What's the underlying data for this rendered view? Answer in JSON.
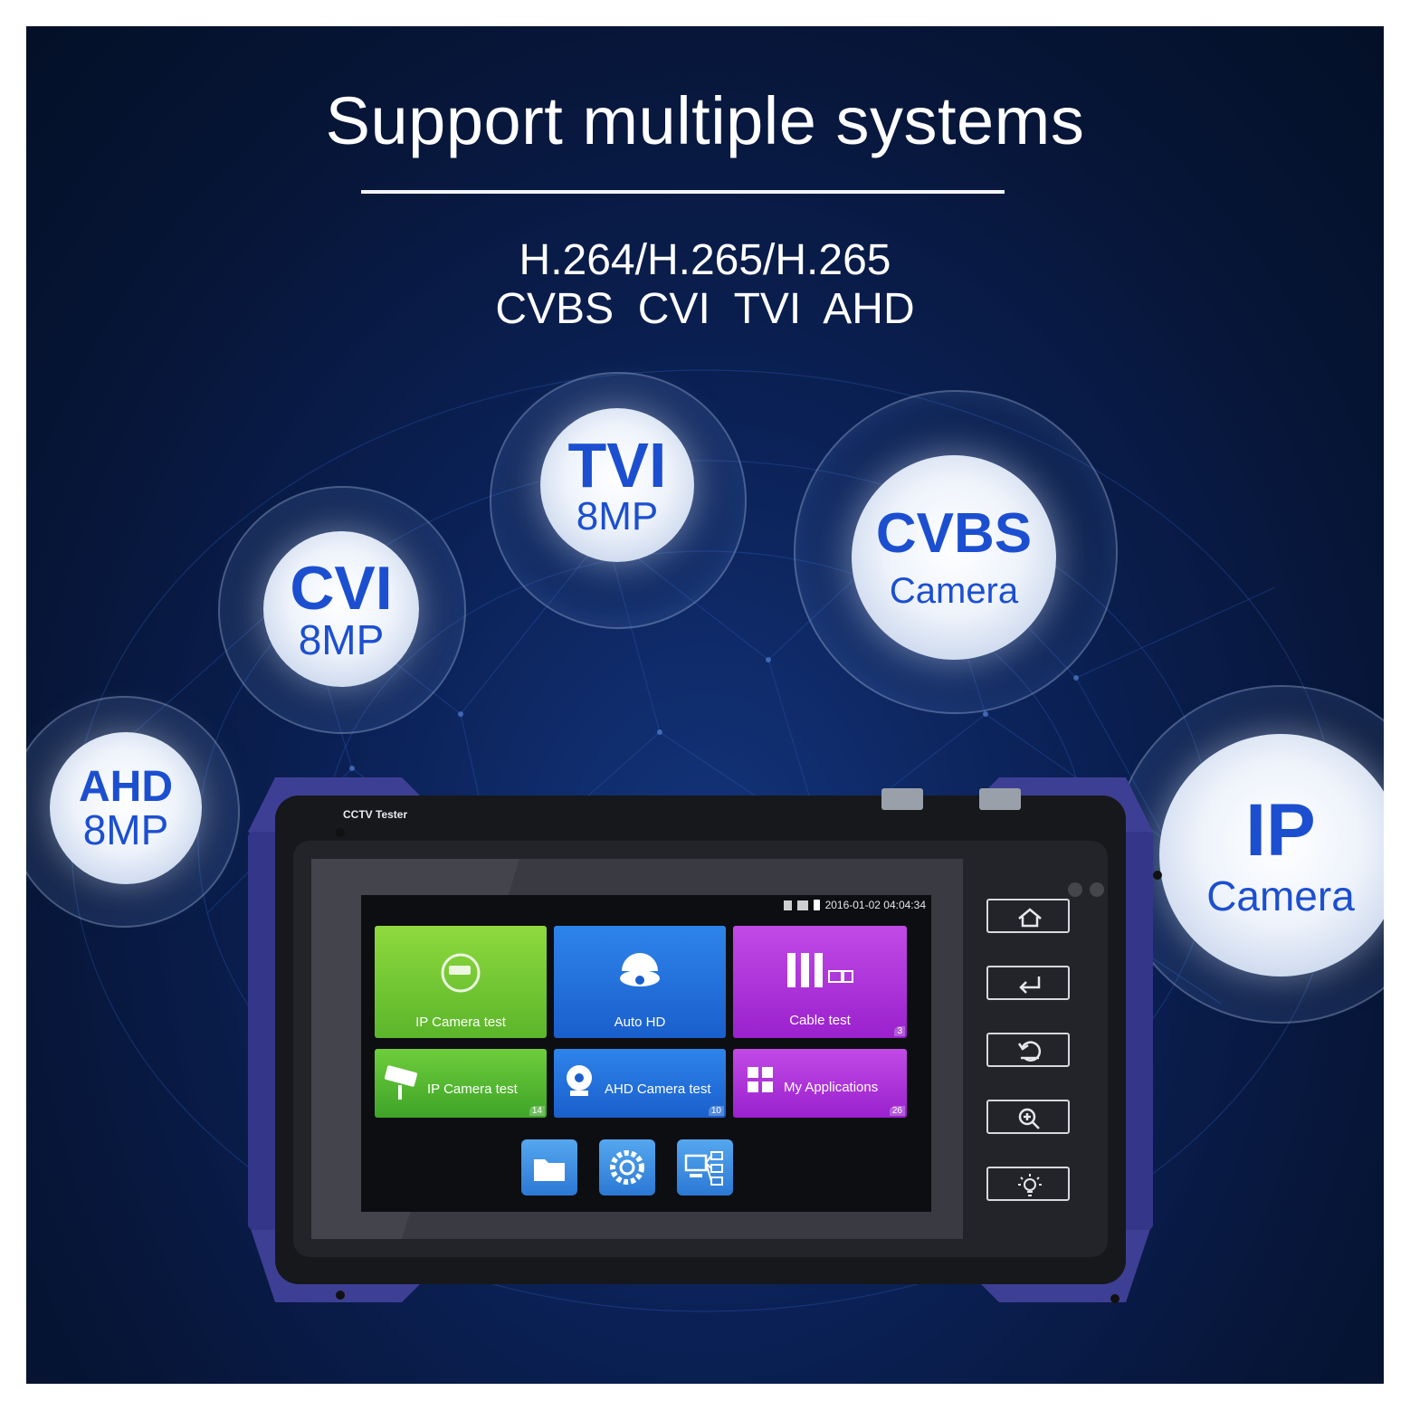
{
  "headline": "Support multiple systems",
  "codecs": {
    "line1": "H.264/H.265/H.265",
    "line2": "CVBS  CVI  TVI  AHD"
  },
  "bubbles": [
    {
      "id": "ahd",
      "main": "AHD",
      "sub": "8MP"
    },
    {
      "id": "cvi",
      "main": "CVI",
      "sub": "8MP"
    },
    {
      "id": "tvi",
      "main": "TVI",
      "sub": "8MP"
    },
    {
      "id": "cvbs",
      "main": "CVBS",
      "sub": "Camera"
    },
    {
      "id": "ip",
      "main": "IP",
      "sub": "Camera"
    }
  ],
  "device": {
    "brand_label": "CCTV Tester",
    "status_time": "2016-01-02 04:04:34",
    "tiles": [
      {
        "label": "IP Camera test",
        "badge": ""
      },
      {
        "label": "Auto HD",
        "badge": ""
      },
      {
        "label": "Cable test",
        "badge": "3"
      },
      {
        "label": "IP Camera test",
        "badge": "14"
      },
      {
        "label": "AHD Camera test",
        "badge": "10"
      },
      {
        "label": "My Applications",
        "badge": "26"
      }
    ],
    "dock": [
      "folder-icon",
      "settings-gear-icon",
      "network-topology-icon"
    ],
    "side_buttons": [
      "home-icon",
      "enter-icon",
      "back-icon",
      "zoom-in-icon",
      "brightness-icon"
    ]
  },
  "colors": {
    "background": "#0b2156",
    "bubble_text": "#1c4fd0",
    "device_frame": "#3b3f8c",
    "tile_green": "#7ccc35",
    "tile_blue": "#2571de",
    "tile_purple": "#b035dc"
  }
}
